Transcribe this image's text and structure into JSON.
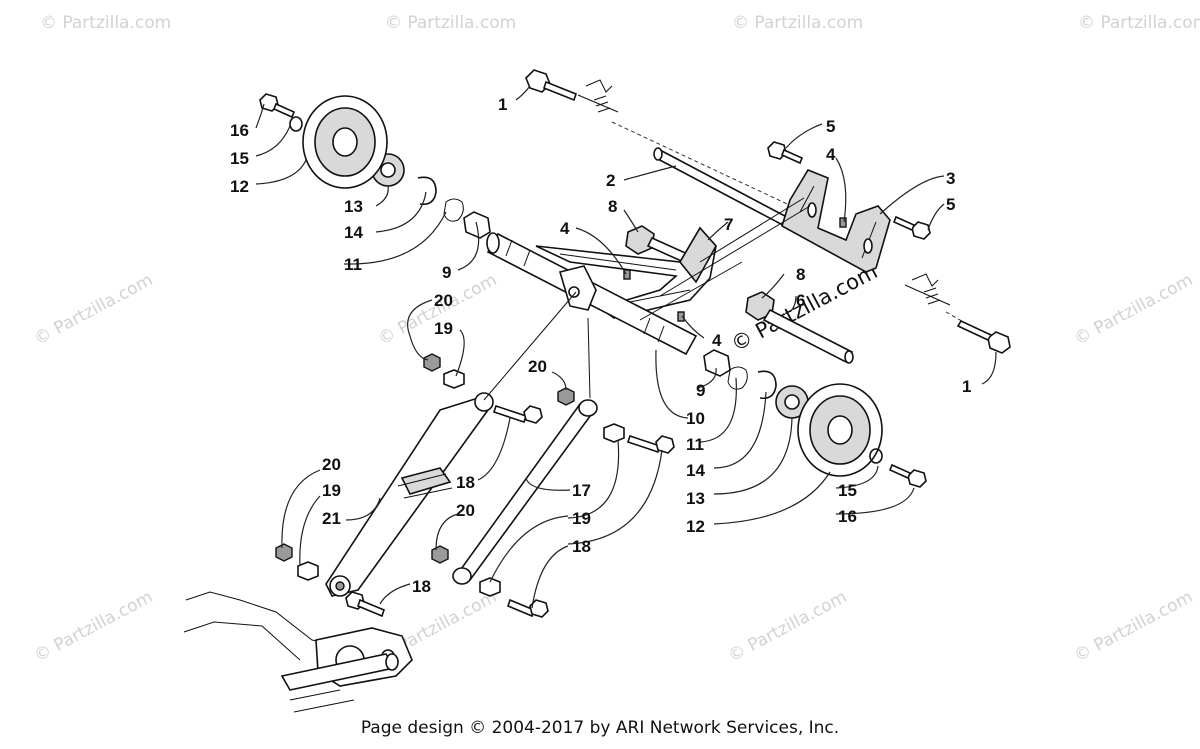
{
  "watermark": {
    "text": "© Partzilla.com"
  },
  "callouts": [
    {
      "id": "c1a",
      "label": "1"
    },
    {
      "id": "c1b",
      "label": "1"
    },
    {
      "id": "c2",
      "label": "2"
    },
    {
      "id": "c3",
      "label": "3"
    },
    {
      "id": "c4a",
      "label": "4"
    },
    {
      "id": "c4b",
      "label": "4"
    },
    {
      "id": "c4c",
      "label": "4"
    },
    {
      "id": "c5a",
      "label": "5"
    },
    {
      "id": "c5b",
      "label": "5"
    },
    {
      "id": "c6",
      "label": "6"
    },
    {
      "id": "c7",
      "label": "7"
    },
    {
      "id": "c8a",
      "label": "8"
    },
    {
      "id": "c8b",
      "label": "8"
    },
    {
      "id": "c9a",
      "label": "9"
    },
    {
      "id": "c9b",
      "label": "9"
    },
    {
      "id": "c10",
      "label": "10"
    },
    {
      "id": "c11a",
      "label": "11"
    },
    {
      "id": "c11b",
      "label": "11"
    },
    {
      "id": "c12a",
      "label": "12"
    },
    {
      "id": "c12b",
      "label": "12"
    },
    {
      "id": "c13a",
      "label": "13"
    },
    {
      "id": "c13b",
      "label": "13"
    },
    {
      "id": "c14a",
      "label": "14"
    },
    {
      "id": "c14b",
      "label": "14"
    },
    {
      "id": "c15a",
      "label": "15"
    },
    {
      "id": "c15b",
      "label": "15"
    },
    {
      "id": "c16a",
      "label": "16"
    },
    {
      "id": "c16b",
      "label": "16"
    },
    {
      "id": "c17",
      "label": "17"
    },
    {
      "id": "c18a",
      "label": "18"
    },
    {
      "id": "c18b",
      "label": "18"
    },
    {
      "id": "c18c",
      "label": "18"
    },
    {
      "id": "c19a",
      "label": "19"
    },
    {
      "id": "c19b",
      "label": "19"
    },
    {
      "id": "c19c",
      "label": "19"
    },
    {
      "id": "c20a",
      "label": "20"
    },
    {
      "id": "c20b",
      "label": "20"
    },
    {
      "id": "c20c",
      "label": "20"
    },
    {
      "id": "c20d",
      "label": "20"
    },
    {
      "id": "c21",
      "label": "21"
    }
  ],
  "footer": {
    "text": "Page design © 2004-2017 by ARI Network Services, Inc."
  }
}
